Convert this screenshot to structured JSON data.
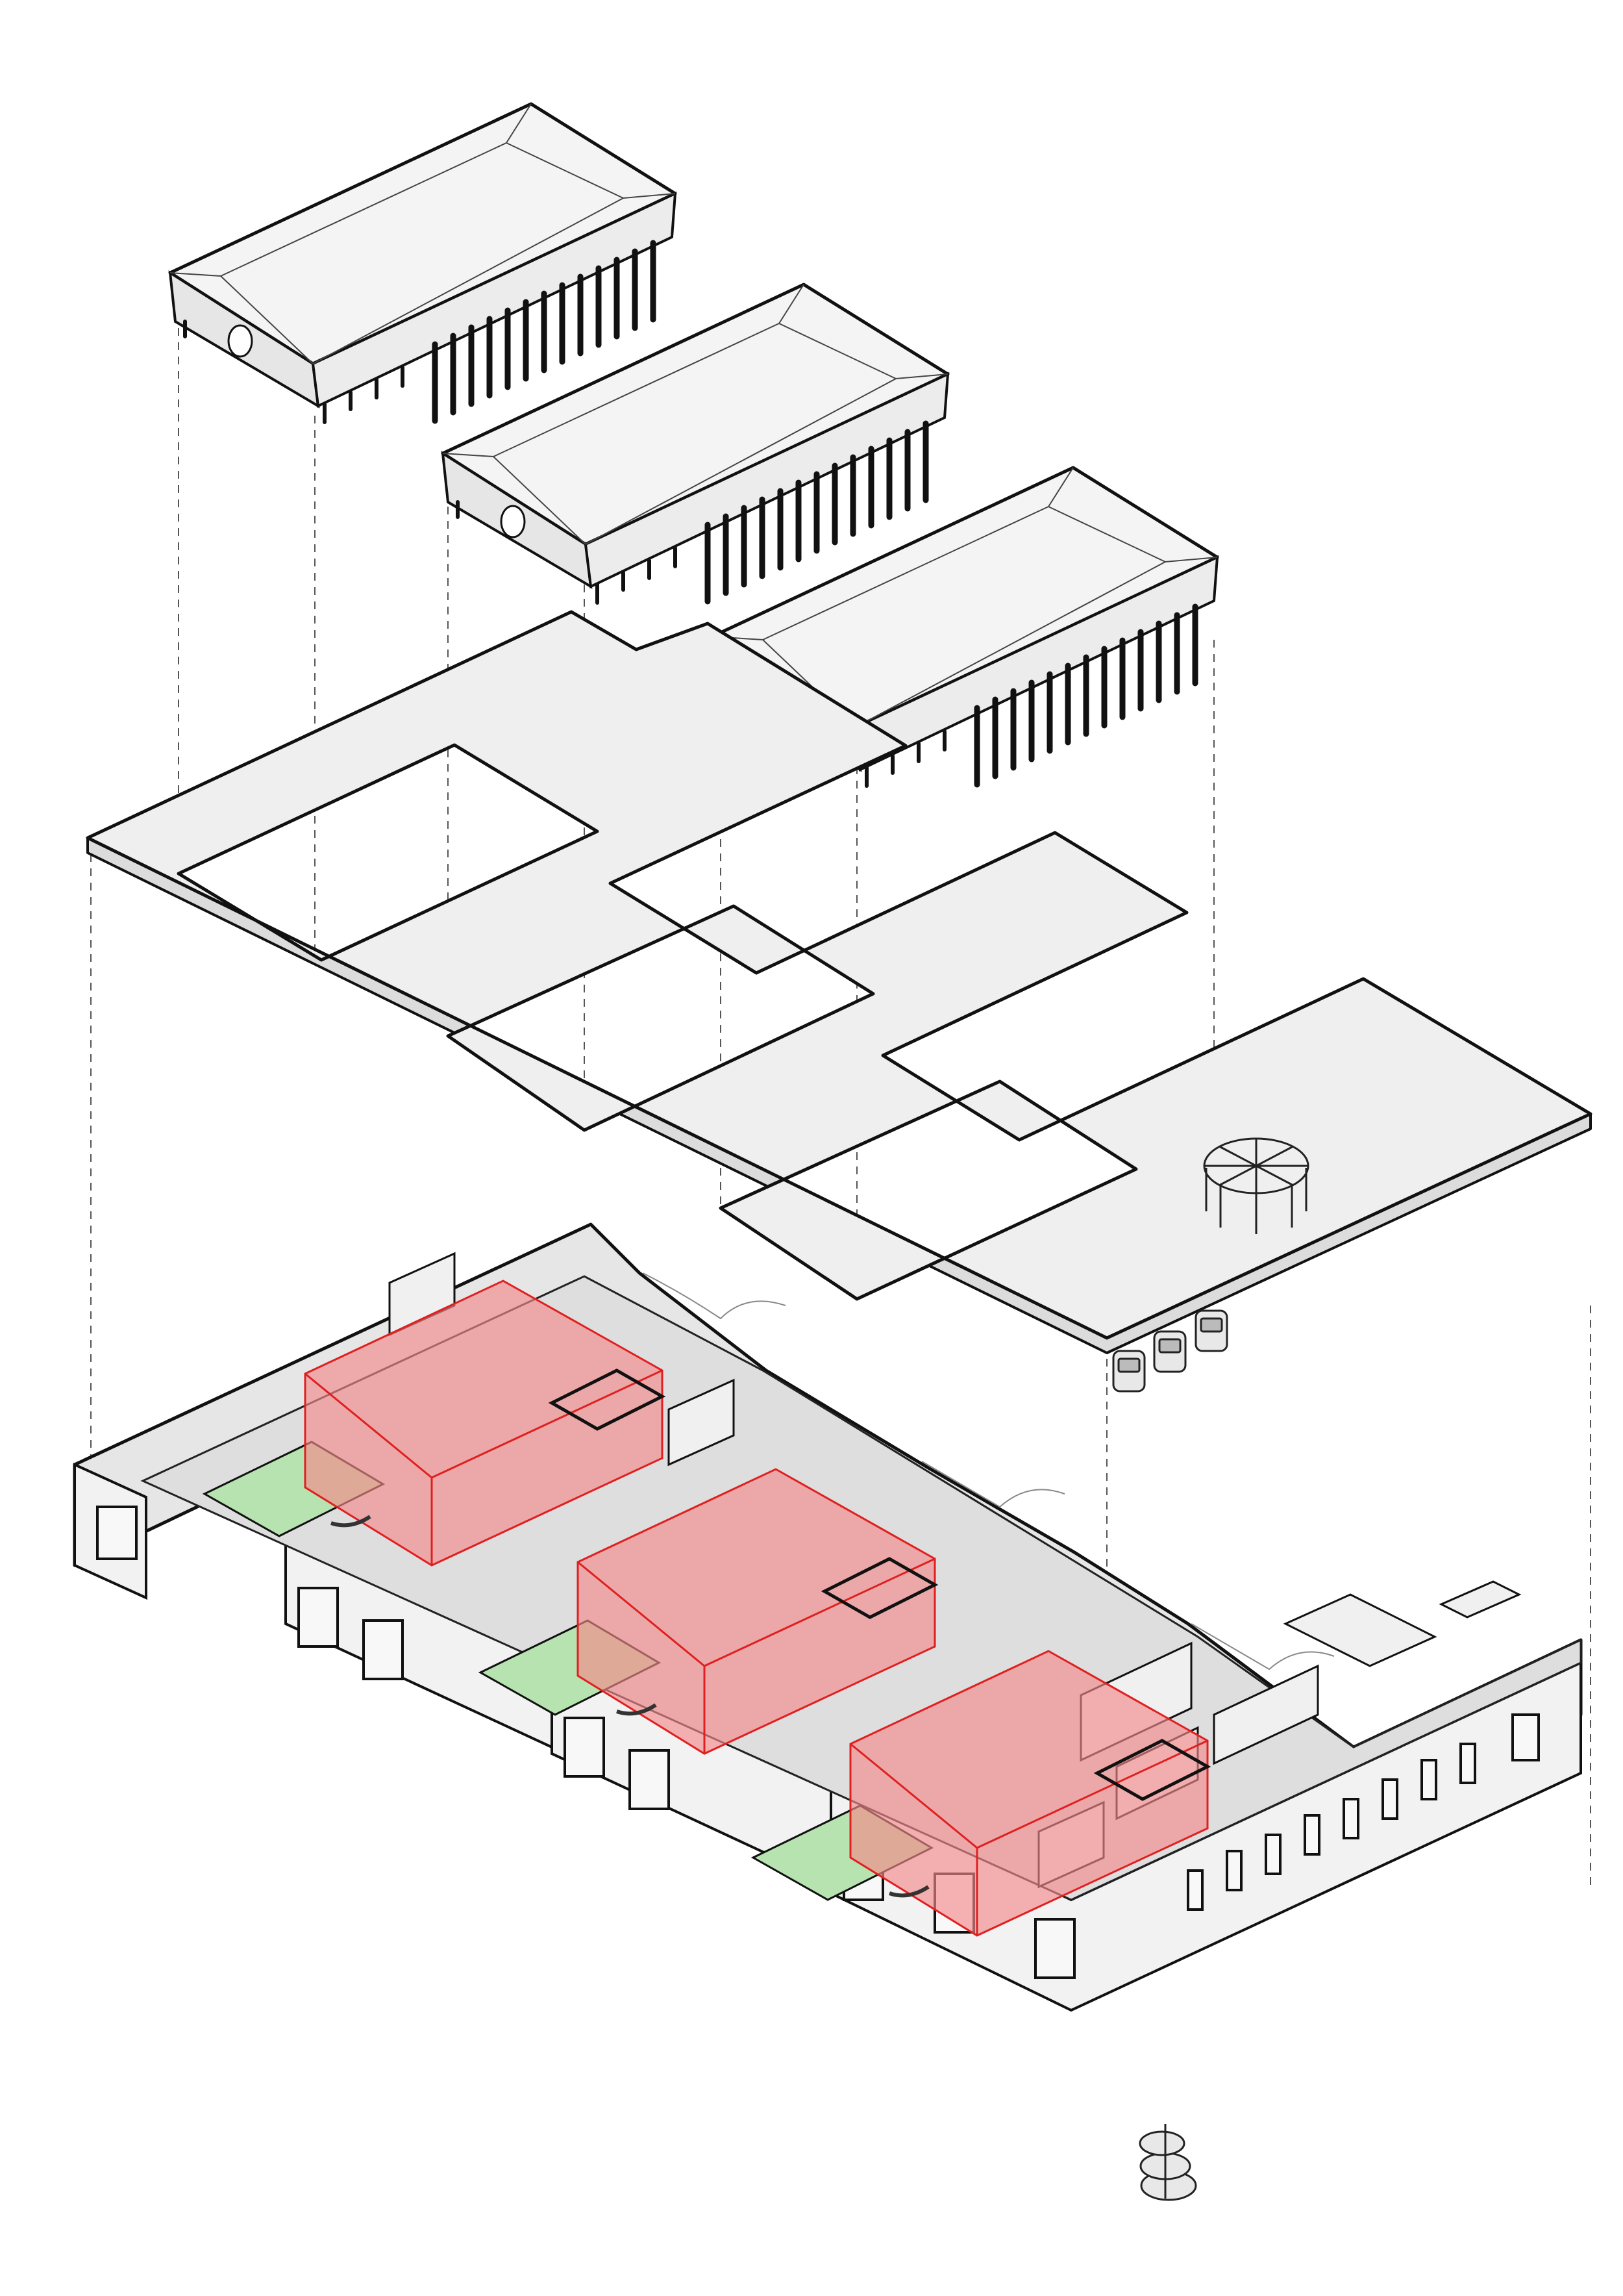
{
  "diagram": {
    "kind": "exploded-axonometric",
    "labels": [],
    "colors": {
      "background": "#ffffff",
      "outline": "#111111",
      "roof_fill": "#f4f4f4",
      "roof_side": "#e2e2e2",
      "slab_fill": "#efefef",
      "slab_edge": "#dcdcdc",
      "wall_fill": "#e6e6e6",
      "floor_fill": "#d9d9d9",
      "volume_fill": "#f28b8b",
      "volume_stroke": "#e02020",
      "courtyard_fill": "#b7e3b0",
      "projection_line": "#555555"
    },
    "layers": {
      "roofs": [
        {
          "id": "roof-pavilion-1",
          "icon": "porthole-window"
        },
        {
          "id": "roof-pavilion-2",
          "icon": "porthole-window"
        },
        {
          "id": "roof-pavilion-3",
          "icon": "porthole-window"
        }
      ],
      "slab": {
        "openings": 4,
        "objects": [
          "pergola-icon",
          "vent-unit-icon",
          "vent-unit-icon",
          "vent-unit-icon"
        ]
      },
      "ground_floor": {
        "red_volumes": 3,
        "courtyards": 3,
        "objects": [
          "spiral-stair-icon",
          "bench-icon"
        ]
      }
    }
  }
}
